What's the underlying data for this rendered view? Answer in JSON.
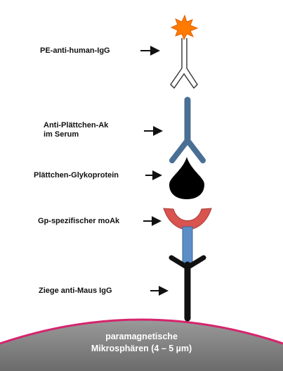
{
  "labels": {
    "pe_antibody": "PE-anti-human-IgG",
    "serum_antibody_line1": "Anti-Plättchen-Ak",
    "serum_antibody_line2": "im Serum",
    "glycoprotein": "Plättchen-Glykoprotein",
    "monoclonal": "Gp-spezifischer moAk",
    "goat_antibody": "Ziege anti-Maus IgG"
  },
  "bead": {
    "line1": "paramagnetische",
    "line2": "Mikrosphären (4 – 5 µm)"
  },
  "colors": {
    "pe_burst": "#ff7a00",
    "serum_antibody": "#4a6f95",
    "glycoprotein": "#000000",
    "monoclonal_arc": "#d9534f",
    "monoclonal_stem": "#5b8ec6",
    "goat_antibody": "#111111",
    "bead_fill": "#7f7f7f",
    "bead_rim": "#d6246e"
  }
}
